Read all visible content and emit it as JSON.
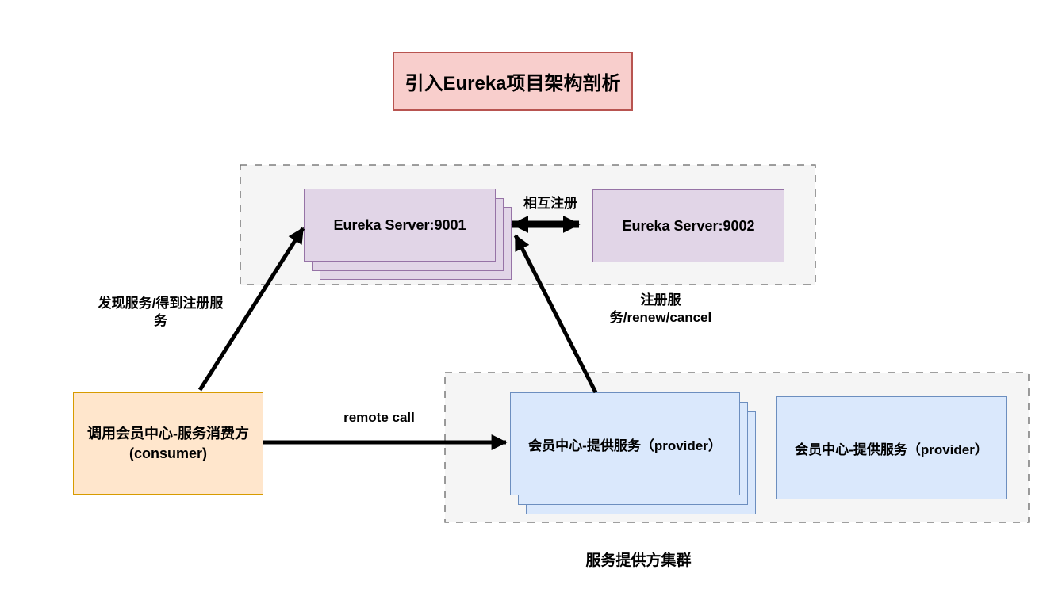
{
  "diagram": {
    "title": "引入Eureka项目架构剖析",
    "eureka_cluster": {
      "server1_label": "Eureka Server:9001",
      "server2_label": "Eureka Server:9002",
      "mutual_register_label": "相互注册"
    },
    "consumer": {
      "label": "调用会员中心-服务消费方\n(consumer)"
    },
    "provider_cluster": {
      "provider1_label": "会员中心-提供服务（provider）",
      "provider2_label": "会员中心-提供服务（provider）",
      "caption": "服务提供方集群"
    },
    "edges": {
      "discover_label": "发现服务/得到注册服\n务",
      "register_label": "注册服\n务/renew/cancel",
      "remote_call_label": "remote call"
    },
    "colors": {
      "title_fill": "#F8CECC",
      "title_border": "#B85450",
      "server_fill": "#E1D5E7",
      "server_border": "#9673A6",
      "provider_fill": "#DAE8FC",
      "provider_border": "#6C8EBF",
      "consumer_fill": "#FFE6CC",
      "consumer_border": "#D79B00",
      "container_fill": "#F5F5F5",
      "container_border": "#666666",
      "arrow_color": "#000000",
      "text_color": "#000000"
    }
  }
}
